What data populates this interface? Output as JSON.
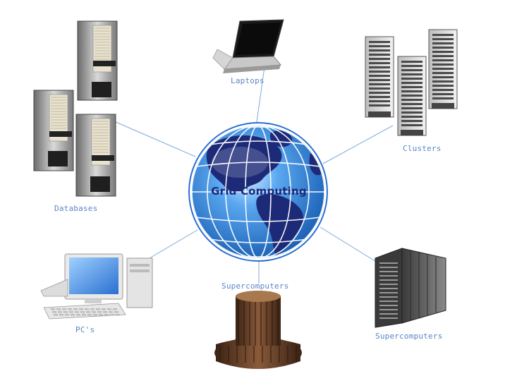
{
  "center": {
    "title": "Grid Computing",
    "colors": {
      "ocean": "#3a8fe0",
      "ocean_dark": "#1a5fb4",
      "land": "#1d2a78",
      "grid": "#ffffff",
      "title": "#1d2a78"
    }
  },
  "nodes": {
    "laptops": {
      "label": "Laptops",
      "icon": "laptop-icon"
    },
    "clusters": {
      "label": "Clusters",
      "icon": "server-cluster-icon"
    },
    "databases": {
      "label": "Databases",
      "icon": "database-rack-icon"
    },
    "pcs": {
      "label": "PC's",
      "icon": "desktop-pc-icon"
    },
    "supercomputers_center": {
      "label": "Supercomputers",
      "icon": "cray-supercomputer-icon"
    },
    "supercomputers_right": {
      "label": "Supercomputers",
      "icon": "supercomputer-cabinet-icon"
    }
  },
  "colors": {
    "connector": "#7fa9d8",
    "label": "#5a86c6"
  }
}
